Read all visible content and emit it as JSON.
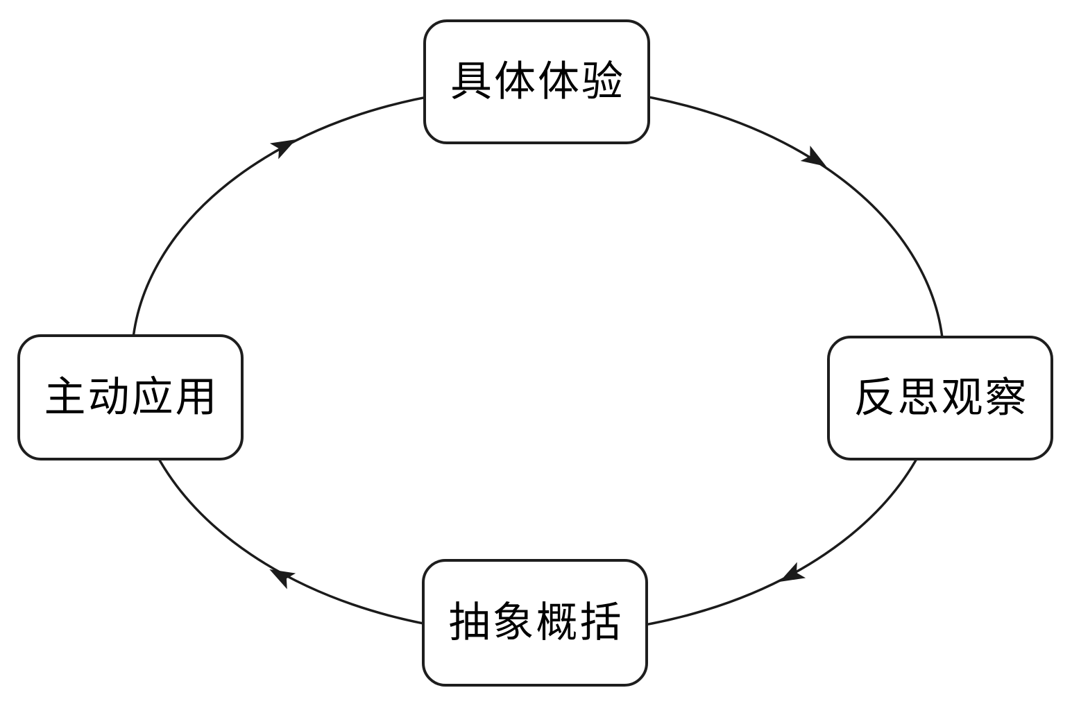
{
  "diagram": {
    "type": "cycle",
    "direction": "clockwise",
    "nodes": [
      {
        "id": "concrete-experience",
        "label": "具体体验",
        "position": "top"
      },
      {
        "id": "reflective-observation",
        "label": "反思观察",
        "position": "right"
      },
      {
        "id": "abstract-conceptualization",
        "label": "抽象概括",
        "position": "bottom"
      },
      {
        "id": "active-application",
        "label": "主动应用",
        "position": "left"
      }
    ],
    "edges": [
      {
        "from": "具体体验",
        "to": "反思观察"
      },
      {
        "from": "反思观察",
        "to": "抽象概括"
      },
      {
        "from": "抽象概括",
        "to": "主动应用"
      },
      {
        "from": "主动应用",
        "to": "具体体验"
      }
    ],
    "colors": {
      "line": "#1b1b1b",
      "node_border": "#1e1e1e",
      "node_fill": "#ffffff",
      "text": "#000000",
      "background": "#ffffff"
    }
  }
}
